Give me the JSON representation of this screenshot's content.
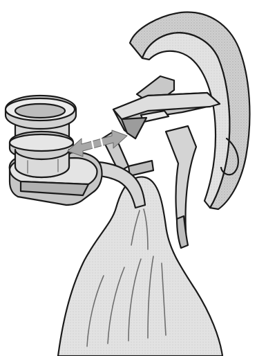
{
  "illustration": {
    "parts": [
      {
        "id": "spout",
        "icon": "cylinder-spout-icon"
      },
      {
        "id": "flange",
        "icon": "flange-plate-icon"
      },
      {
        "id": "pouch",
        "icon": "flexible-pouch-icon"
      },
      {
        "id": "holder",
        "icon": "mounting-bracket-icon"
      },
      {
        "id": "arrow",
        "icon": "double-arrow-icon"
      }
    ],
    "colors": {
      "line": "#1a1a1a",
      "fill_light": "#d9d9d9",
      "fill_mid": "#b8b8b8",
      "fill_dark": "#8f8f8f",
      "arrow": "#a8a8a8"
    }
  }
}
